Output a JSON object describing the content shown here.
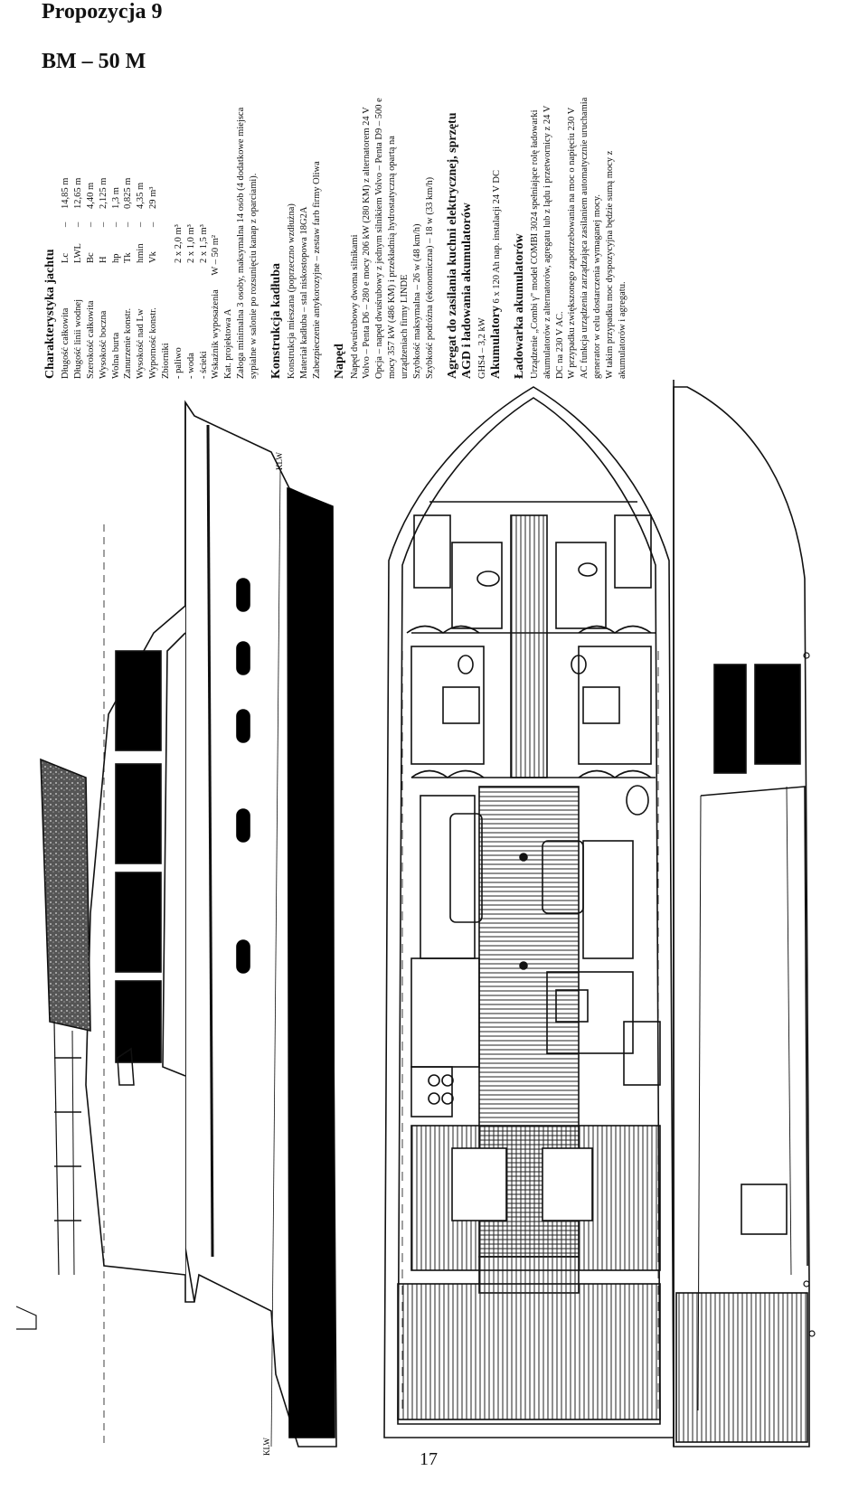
{
  "page": {
    "title": "Propozycja 9",
    "subtitle": "BM – 50 M",
    "number": "17"
  },
  "spec": {
    "heading": "Charakterystyka jachtu",
    "rows": [
      {
        "label": "Długość całkowita",
        "symbol": "Lc",
        "sep": "–",
        "value": "14,85 m"
      },
      {
        "label": "Długość linii wodnej",
        "symbol": "LWL",
        "sep": "–",
        "value": "12,65 m"
      },
      {
        "label": "Szerokość całkowita",
        "symbol": "Bc",
        "sep": "–",
        "value": "4,40 m"
      },
      {
        "label": "Wysokość boczna",
        "symbol": "H",
        "sep": "–",
        "value": "2,125 m"
      },
      {
        "label": "Wolna burta",
        "symbol": "hp",
        "sep": "–",
        "value": "1,3 m"
      },
      {
        "label": "Zanurzenie konstr.",
        "symbol": "Tk",
        "sep": "–",
        "value": "0,825 m"
      },
      {
        "label": "Wysokość nad Lw",
        "symbol": "hmin",
        "sep": "–",
        "value": "4,35 m"
      },
      {
        "label": "Wyporność konstr.",
        "symbol": "Vk",
        "sep": "–",
        "value": "29 m³"
      }
    ],
    "tanks_label": "Zbiorniki",
    "tanks": [
      {
        "label": "- paliwo",
        "value": "2 x 2,0 m³"
      },
      {
        "label": "- woda",
        "value": "2 x 1,0 m³"
      },
      {
        "label": "- ścieki",
        "value": "2 x 1,5 m³"
      }
    ],
    "equipment": "Wskaźnik wyposażenia      W – 50 m²",
    "category": "Kat. projektowa  A",
    "crew": "Załoga minimalna 3 osoby, maksymalna 14 osób (4 dodatkowe miejsca sypialne w salonie po rozsunięciu kanap z oparciami).",
    "hull_heading": "Konstrukcja kadłuba",
    "hull_lines": [
      "Konstrukcja mieszana  (poprzeczno wzdłużna)",
      "Materiał kadłuba – stal niskostopowa 18G2A",
      "Zabezpieczenie antykorozyjne – zestaw farb firmy Oliwa"
    ],
    "drive_heading": "Napęd",
    "drive_lines": [
      "Napęd dwuśrubowy dwoma silnikami",
      "Volvo – Penta D6 – 280 e mocy 206 kW (280 KM) z alternatorem 24 V",
      "Opcja – napęd dwuśrubowy z jednym silnikiem Volvo – Penta D9 – 500 e mocy 357 kW (486 KM) i przekładnią hydrostatyczną opartą na urządzeniach firmy LINDE",
      "Szybkość maksymalna – 26 w (48 km/h)",
      "Szybkość podróżna (ekonomiczna) – 18 w (33 km/h)"
    ],
    "generator_heading": "Agregat do zasilania kuchni elektrycznej, sprzętu AGD i ładowania akumulatorów",
    "generator_line": "GHS4 – 3,2 kW",
    "battery_heading": "Akumulatory",
    "battery_line": "6 x 120 Ah nap. instalacji 24 V DC",
    "charger_heading": "Ładowarka akumulatorów",
    "charger_lines": [
      "Urządzenie „Combi γ\" model COMBI 3024 spełniające rolę ładowarki akumulatorów z alternatorów, agregatu lub z lądu i przetwornicy z 24 V DC na 230 V AC.",
      "W przypadku zwiększonego zapotrzebowania na moc o napięciu 230 V AC funkcja urządzenia zarządzająca zasilaniem automatycznie uruchamia generator w celu dostarczenia wymaganej mocy.",
      "W takim przypadku moc dyspozycyjna będzie sumą mocy z akumulatorów i agregatu."
    ]
  },
  "drawing": {
    "line_mark": "KLW"
  }
}
